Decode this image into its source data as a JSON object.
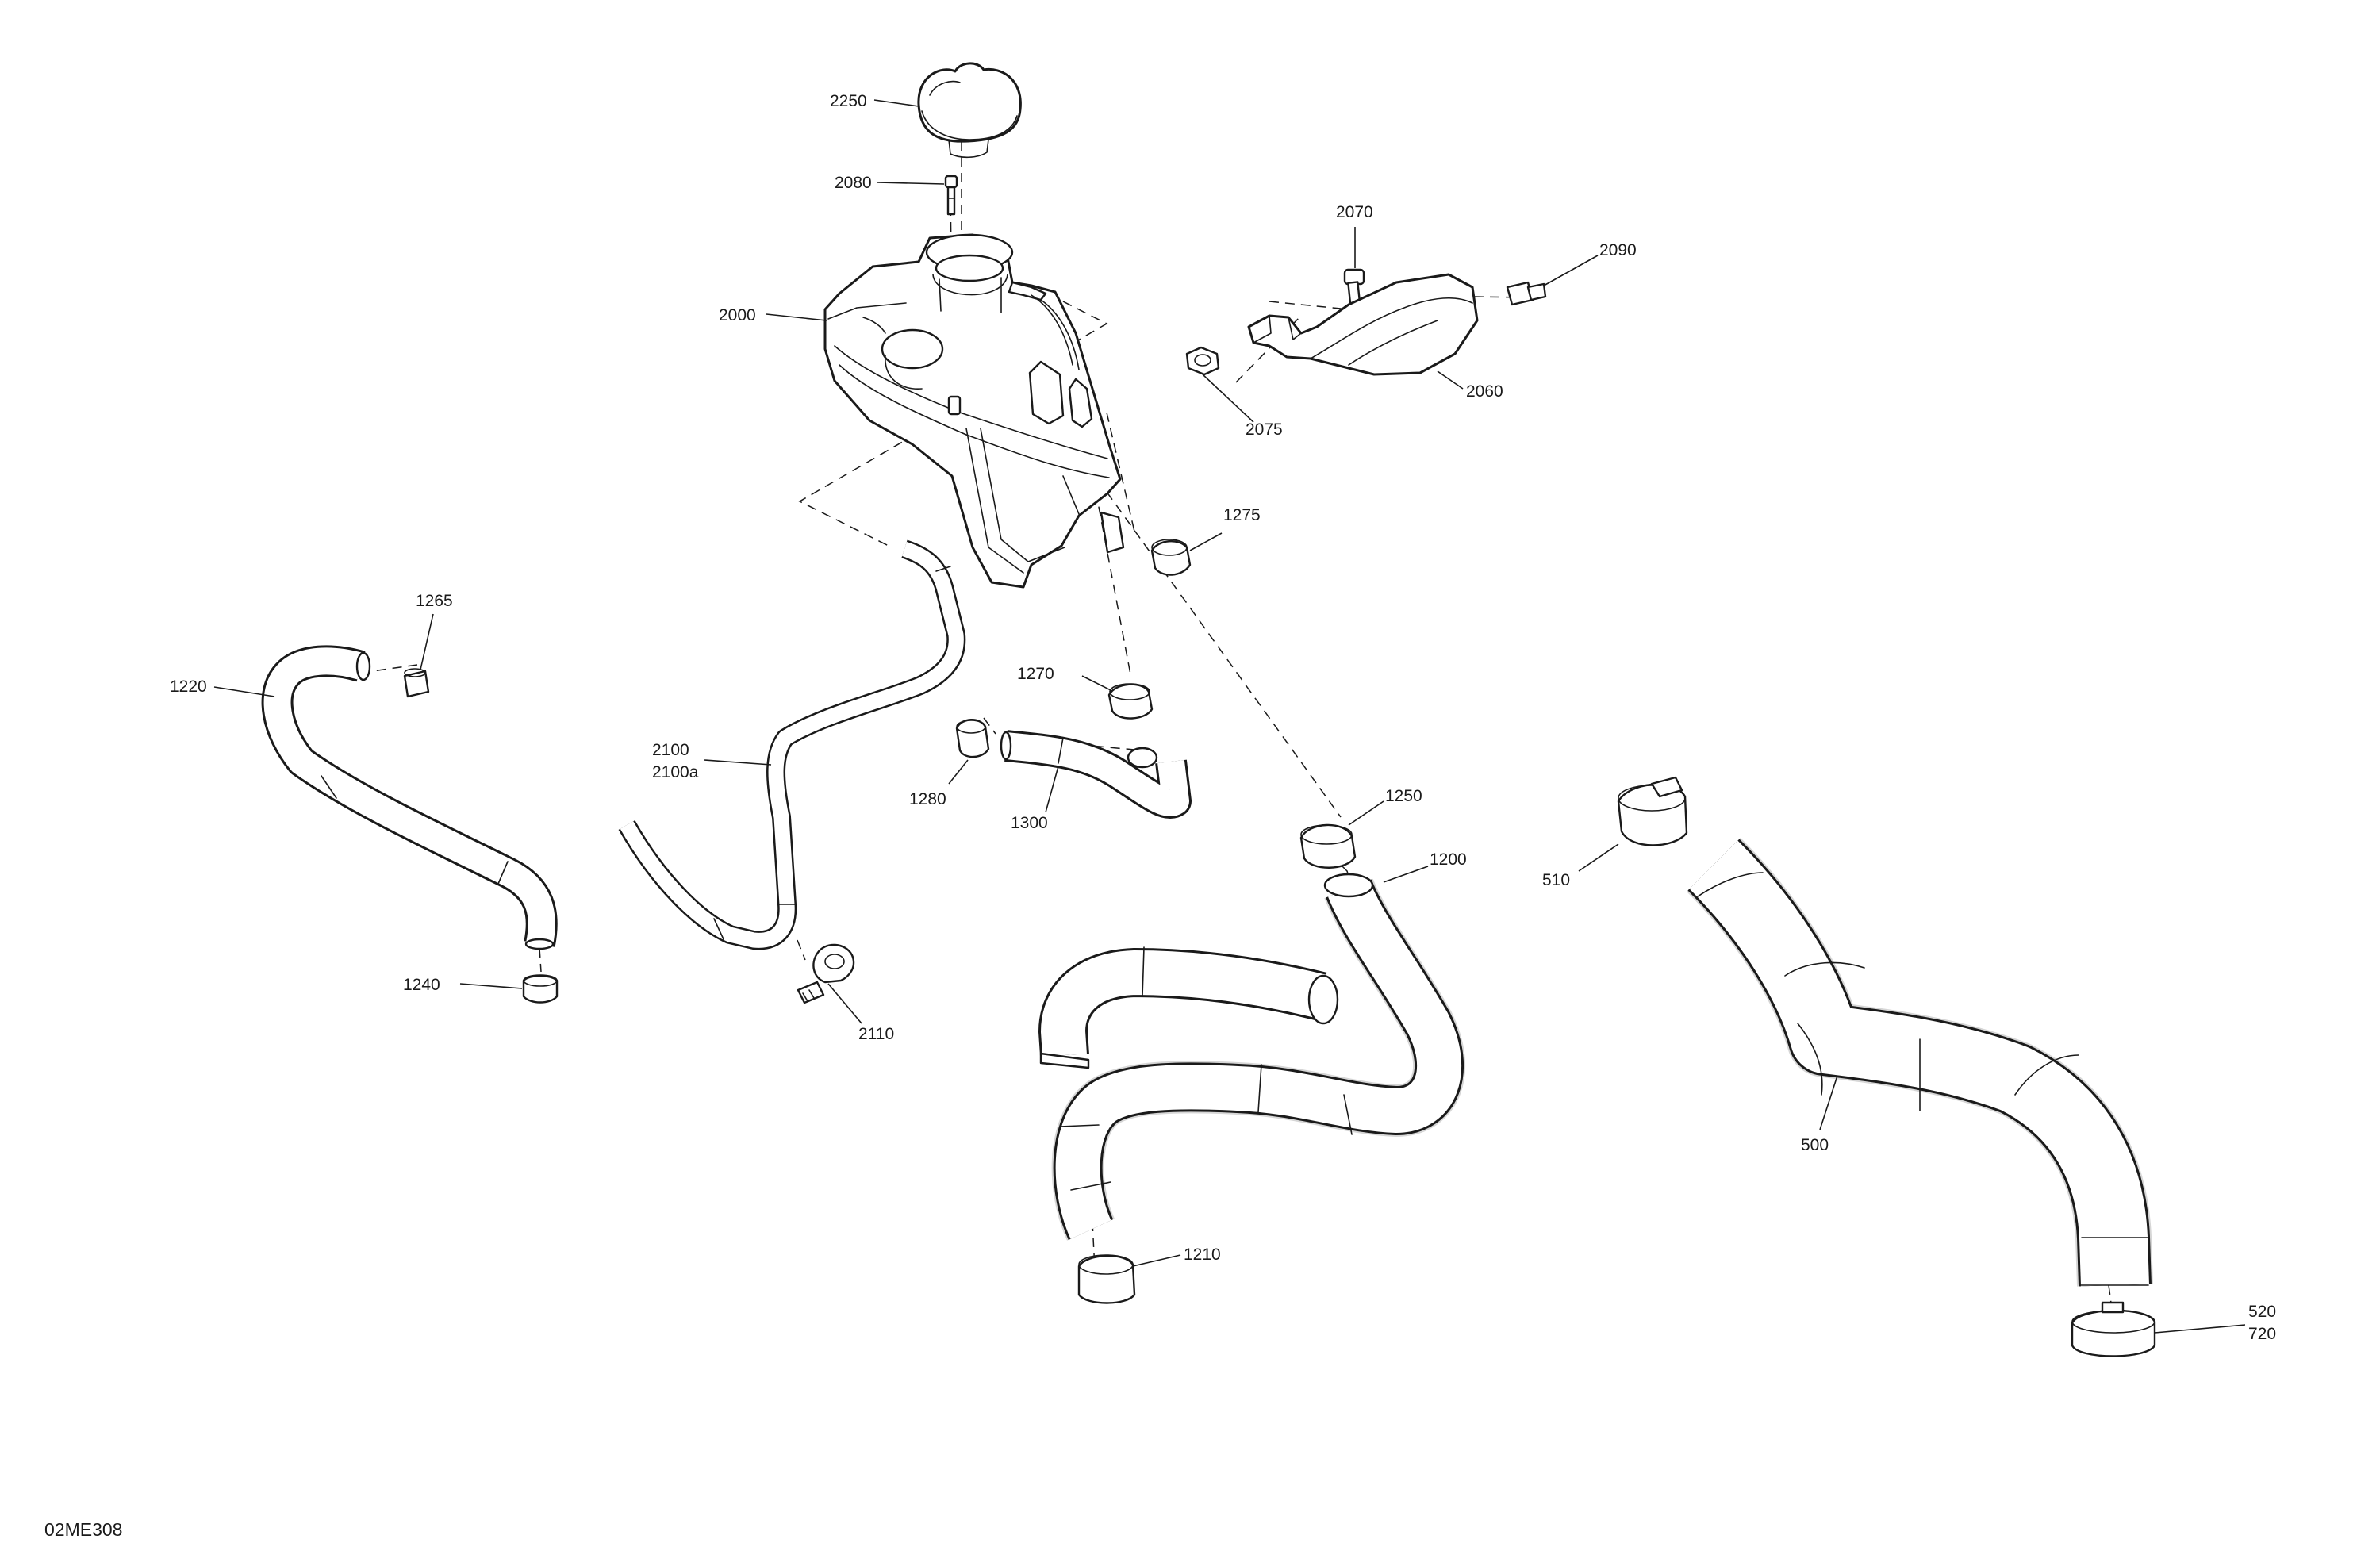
{
  "diagram_id": "02ME308",
  "callouts": {
    "c2250": "2250",
    "c2080": "2080",
    "c2000": "2000",
    "c2070": "2070",
    "c2090": "2090",
    "c2060": "2060",
    "c2075": "2075",
    "c1275": "1275",
    "c1265": "1265",
    "c1220": "1220",
    "c2100": "2100",
    "c2100a": "2100a",
    "c1270": "1270",
    "c1280": "1280",
    "c1300": "1300",
    "c1250": "1250",
    "c1200": "1200",
    "c510": "510",
    "c1240": "1240",
    "c2110": "2110",
    "c500": "500",
    "c1210": "1210",
    "c520": "520",
    "c720": "720"
  }
}
